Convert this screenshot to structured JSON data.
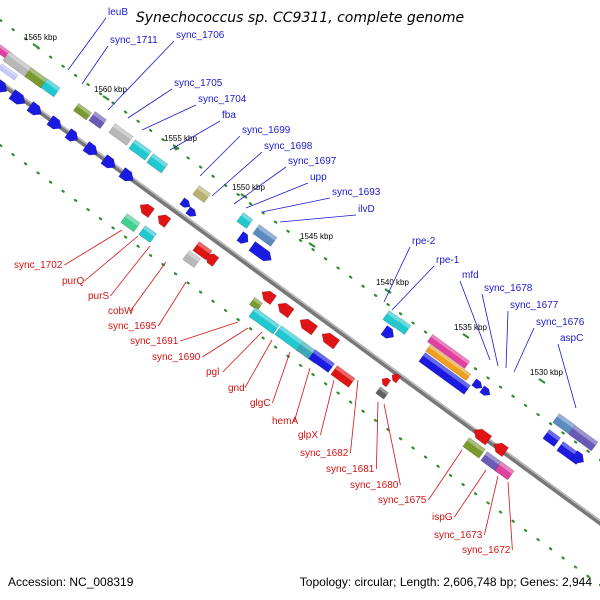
{
  "title": "Synechococcus sp. CC9311, complete genome",
  "accession": "Accession: NC_008319",
  "summary": "Topology: circular; Length: 2,606,748 bp; Genes: 2,944",
  "colors": {
    "label_top": "#1a1acc",
    "label_bottom": "#d21414",
    "strand_line": "#8c8c8c",
    "tick": "#2e8b2e",
    "dot": "#2e8b2e"
  },
  "kbp_ticks": [
    {
      "label": "1565 kbp"
    },
    {
      "label": "1560 kbp"
    },
    {
      "label": "1555 kbp"
    },
    {
      "label": "1550 kbp"
    },
    {
      "label": "1545 kbp"
    },
    {
      "label": "1540 kbp"
    },
    {
      "label": "1535 kbp"
    },
    {
      "label": "1530 kbp"
    }
  ],
  "top_labels": [
    "leuB",
    "sync_1711",
    "sync_1706",
    "sync_1705",
    "sync_1704",
    "fba",
    "sync_1699",
    "sync_1698",
    "sync_1697",
    "upp",
    "sync_1693",
    "ilvD",
    "rpe-2",
    "rpe-1",
    "mfd",
    "sync_1678",
    "sync_1677",
    "sync_1676",
    "aspC"
  ],
  "bottom_labels": [
    "sync_1702",
    "purQ",
    "purS",
    "cobW",
    "sync_1695",
    "sync_1691",
    "sync_1690",
    "pgl",
    "gnd",
    "glgC",
    "hemA",
    "glpX",
    "sync_1682",
    "sync_1681",
    "sync_1680",
    "sync_1675",
    "ispG",
    "sync_1673",
    "sync_1672"
  ]
}
